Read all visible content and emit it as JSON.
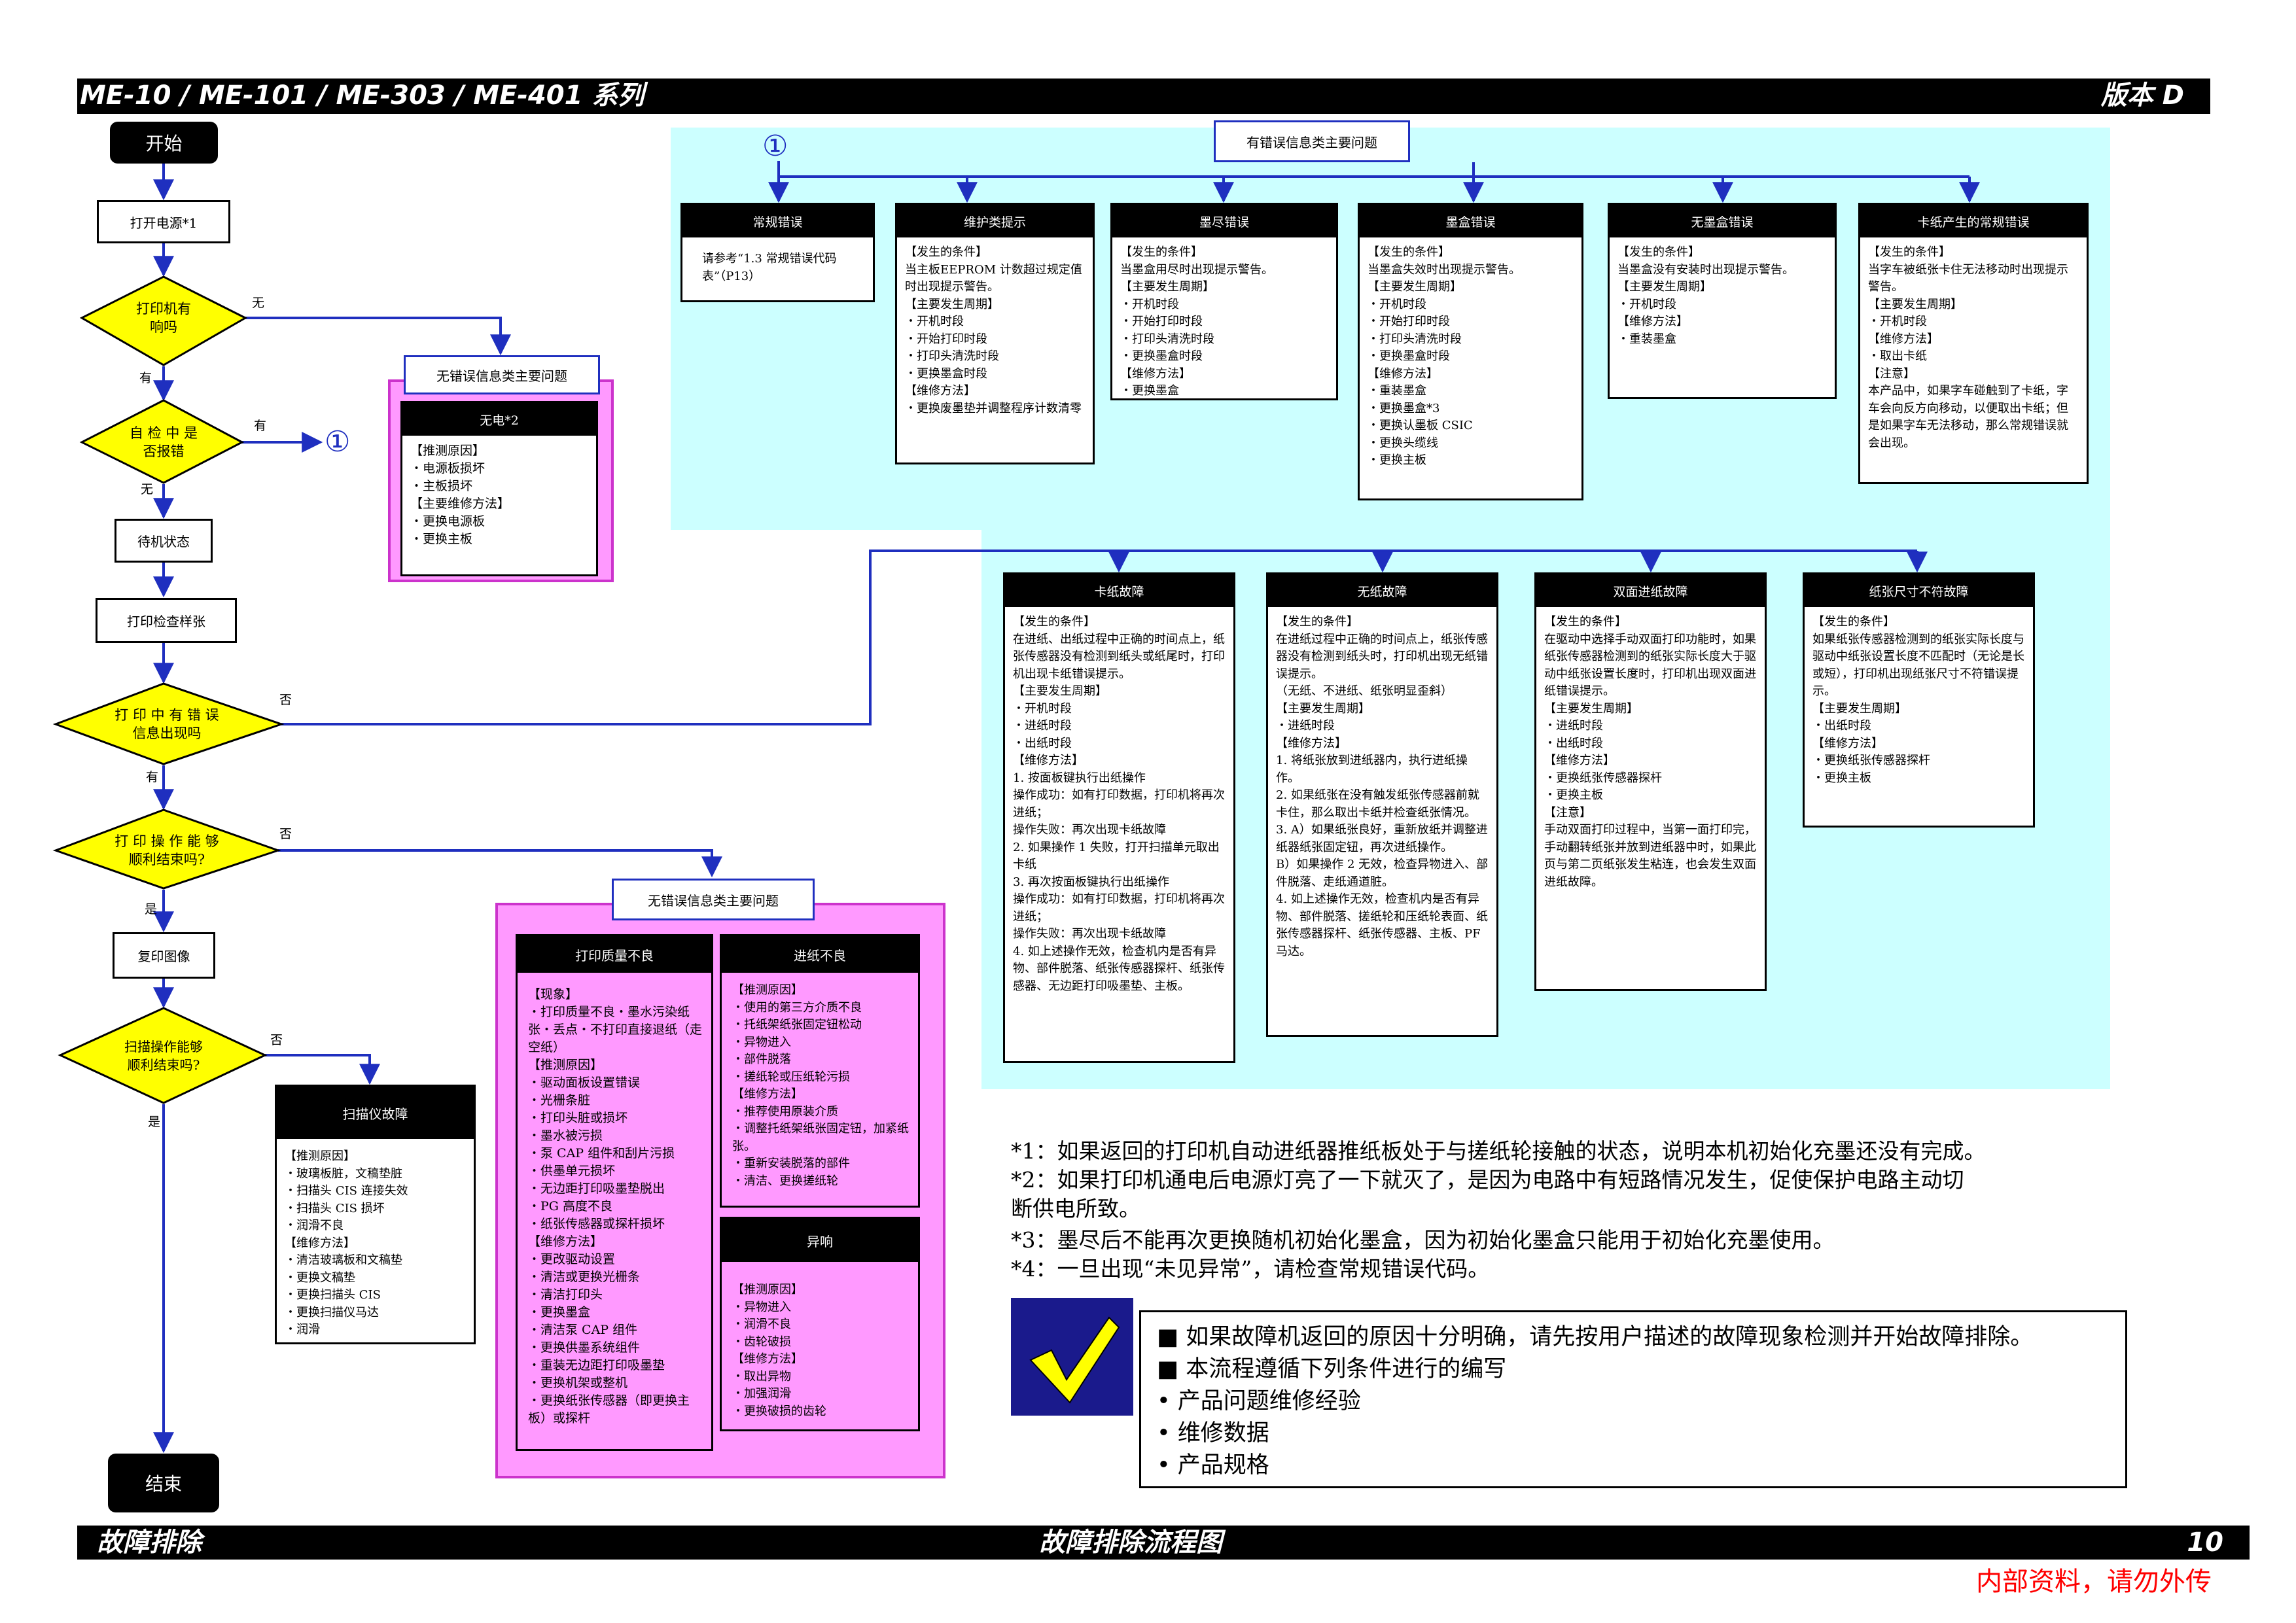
{
  "header": {
    "title": "ME-10 / ME-101 / ME-303 / ME-401 系列",
    "version": "版本 D"
  },
  "footer": {
    "left": "故障排除",
    "center": "故障排除流程图",
    "page": "10",
    "confidential": "内部资料，请勿外传"
  },
  "flow": {
    "start": "开始",
    "power_on": "打开电源*1",
    "d_printer_response": "打印机有\n响吗",
    "d_self_check": "自 检 中 是\n否报错",
    "standby": "待机状态",
    "print_test": "打印检查样张",
    "d_print_error": "打 印 中 有 错 误\n信息出现吗",
    "d_print_ok": "打 印 操 作 能 够\n顺利结束吗?",
    "copy": "复印图像",
    "d_scan_ok": "扫描操作能够\n顺利结束吗?",
    "end": "结束",
    "yes_have": "有",
    "no_none": "无",
    "no": "否",
    "yes": "是",
    "ref_mark": "①"
  },
  "no_power": {
    "title": "无错误信息类主要问题",
    "card_title": "无电*2",
    "card_body": "【推测原因】\n・电源板损坏\n・主板损坏\n【主要维修方法】\n・更换电源板\n・更换主板"
  },
  "error_group": {
    "title": "有错误信息类主要问题",
    "top_cards": [
      {
        "title": "常规错误",
        "body": "请参考“1.3 常规错误代码表”（P13）"
      },
      {
        "title": "维护类提示",
        "body": "【发生的条件】\n当主板EEPROM 计数超过规定值时出现提示警告。\n【主要发生周期】\n・开机时段\n・开始打印时段\n・打印头清洗时段\n・更换墨盒时段\n【维修方法】\n・更换废墨垫并调整程序计数清零"
      },
      {
        "title": "墨尽错误",
        "body": "【发生的条件】\n当墨盒用尽时出现提示警告。\n【主要发生周期】\n・开机时段\n・开始打印时段\n・打印头清洗时段\n・更换墨盒时段\n【维修方法】\n・更换墨盒"
      },
      {
        "title": "墨盒错误",
        "body": "【发生的条件】\n当墨盒失效时出现提示警告。\n【主要发生周期】\n・开机时段\n・开始打印时段\n・打印头清洗时段\n・更换墨盒时段\n【维修方法】\n・重装墨盒\n・更换墨盒*3\n・更换认墨板 CSIC\n・更换头缆线\n・更换主板"
      },
      {
        "title": "无墨盒错误",
        "body": "【发生的条件】\n当墨盒没有安装时出现提示警告。\n【主要发生周期】\n・开机时段\n【维修方法】\n・重装墨盒"
      },
      {
        "title": "卡纸产生的常规错误",
        "body": "【发生的条件】\n当字车被纸张卡住无法移动时出现提示警告。\n【主要发生周期】\n・开机时段\n【维修方法】\n・取出卡纸\n【注意】\n本产品中，如果字车碰触到了卡纸，字车会向反方向移动，以便取出卡纸；但是如果字车无法移动，那么常规错误就会出现。"
      }
    ],
    "bottom_cards": [
      {
        "title": "卡纸故障",
        "body": "【发生的条件】\n在进纸、出纸过程中正确的时间点上，纸张传感器没有检测到纸头或纸尾时，打印机出现卡纸错误提示。\n【主要发生周期】\n・开机时段\n・进纸时段\n・出纸时段\n【维修方法】\n1. 按面板键执行出纸操作\n操作成功：如有打印数据，打印机将再次进纸；\n操作失败：再次出现卡纸故障\n2. 如果操作 1 失败，打开扫描单元取出卡纸\n3. 再次按面板键执行出纸操作\n操作成功：如有打印数据，打印机将再次进纸；\n操作失败：再次出现卡纸故障\n4. 如上述操作无效，检查机内是否有异物、部件脱落、纸张传感器探杆、纸张传感器、无边距打印吸墨垫、主板。"
      },
      {
        "title": "无纸故障",
        "body": "【发生的条件】\n在进纸过程中正确的时间点上，纸张传感器没有检测到纸头时，打印机出现无纸错误提示。\n（无纸、不进纸、纸张明显歪斜）\n【主要发生周期】\n・进纸时段\n【维修方法】\n1. 将纸张放到进纸器内，执行进纸操作。\n2. 如果纸张在没有触发纸张传感器前就卡住，那么取出卡纸并检查纸张情况。\n3. A）如果纸张良好，重新放纸并调整进纸器纸张固定钮，再次进纸操作。\n    B）如果操作 2 无效，检查异物进入、部件脱落、走纸通道脏。\n4. 如上述操作无效，检查机内是否有异物、部件脱落、搓纸轮和压纸轮表面、纸张传感器探杆、纸张传感器、主板、PF 马达。"
      },
      {
        "title": "双面进纸故障",
        "body": "【发生的条件】\n在驱动中选择手动双面打印功能时，如果纸张传感器检测到的纸张实际长度大于驱动中纸张设置长度时，打印机出现双面进纸错误提示。\n【主要发生周期】\n・进纸时段\n・出纸时段\n【维修方法】\n・更换纸张传感器探杆\n・更换主板\n【注意】\n手动双面打印过程中，当第一面打印完，手动翻转纸张并放到进纸器中时，如果此页与第二页纸张发生粘连，也会发生双面进纸故障。"
      },
      {
        "title": "纸张尺寸不符故障",
        "body": "【发生的条件】\n如果纸张传感器检测到的纸张实际长度与驱动中纸张设置长度不匹配时（无论是长或短），打印机出现纸张尺寸不符错误提示。\n【主要发生周期】\n・出纸时段\n【维修方法】\n・更换纸张传感器探杆\n・更换主板"
      }
    ]
  },
  "no_error_group": {
    "title": "无错误信息类主要问题",
    "cards": [
      {
        "title": "打印质量不良",
        "body": "【现象】\n・打印质量不良・墨水污染纸张・丢点・不打印直接退纸（走空纸）\n【推测原因】\n・驱动面板设置错误\n・光栅条脏\n・打印头脏或损坏\n・墨水被污损\n・泵 CAP 组件和刮片污损\n・供墨单元损坏\n・无边距打印吸墨垫脱出\n・PG 高度不良\n・纸张传感器或探杆损坏\n【维修方法】\n・更改驱动设置\n・清洁或更换光栅条\n・清洁打印头\n・更换墨盒\n・清洁泵 CAP 组件\n・更换供墨系统组件\n・重装无边距打印吸墨垫\n・更换机架或整机\n・更换纸张传感器（即更换主板）或探杆"
      },
      {
        "title": "进纸不良",
        "body": "【推测原因】\n・使用的第三方介质不良\n・托纸架纸张固定钮松动\n・异物进入\n・部件脱落\n・搓纸轮或压纸轮污损\n【维修方法】\n・推荐使用原装介质\n・调整托纸架纸张固定钮，加紧纸张。\n・重新安装脱落的部件\n・清洁、更换搓纸轮"
      },
      {
        "title": "异响",
        "body": "【推测原因】\n・异物进入\n・润滑不良\n・齿轮破损\n【维修方法】\n・取出异物\n・加强润滑\n・更换破损的齿轮"
      }
    ]
  },
  "scanner": {
    "title": "扫描仪故障",
    "body": "【推测原因】\n・玻璃板脏，文稿垫脏\n・扫描头 CIS 连接失效\n・扫描头 CIS 损坏\n・润滑不良\n【维修方法】\n・清洁玻璃板和文稿垫\n・更换文稿垫\n・更换扫描头 CIS\n・更换扫描仪马达\n・润滑"
  },
  "notes": [
    "*1：如果返回的打印机自动进纸器推纸板处于与搓纸轮接触的状态，说明本机初始化充墨还没有完成。",
    "*2：如果打印机通电后电源灯亮了一下就灭了，是因为电路中有短路情况发生，促使保护电路主动切\n      断供电所致。",
    "*3：墨尽后不能再次更换随机初始化墨盒，因为初始化墨盒只能用于初始化充墨使用。",
    "*4：一旦出现“未见异常”，请检查常规错误代码。"
  ],
  "notebox": "■  如果故障机返回的原因十分明确，请先按用户描述的故障现象检测并开始故障排除。\n■  本流程遵循下列条件进行的编写\n          •   产品问题维修经验\n          •   维修数据\n          •   产品规格",
  "colors": {
    "arrow": "#1f2fbf",
    "diamond": "#ffff00",
    "cyan_area": "#ccffff",
    "pink_area": "#ff99ff",
    "check_bg": "#1a1a8c",
    "check_mark": "#ffff00",
    "confidential": "#ff0000"
  },
  "icons": {
    "checkmark": "check-icon"
  }
}
